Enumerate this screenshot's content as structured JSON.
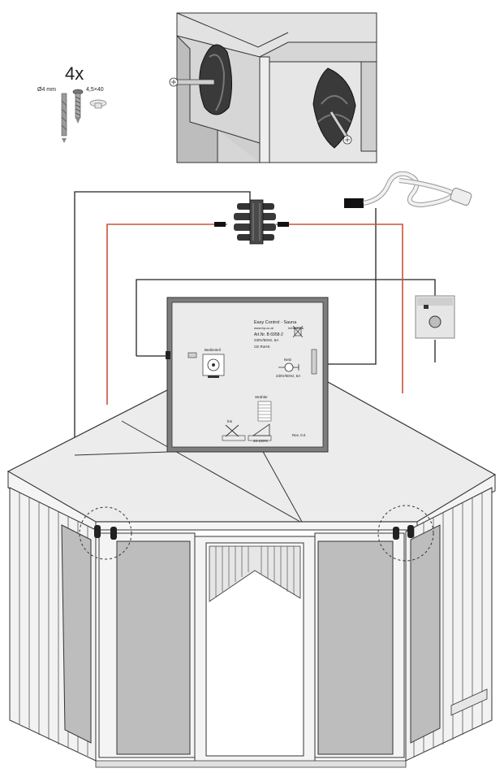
{
  "hardware": {
    "quantity": "4x",
    "drill_diameter": "Ø4 mm",
    "screw_size": "4,5×40"
  },
  "control_box": {
    "title": "Easy Control - Sauna",
    "website": "www.bp.co.at",
    "brand_small": "Infrasauna",
    "article": "Art.Nr. B 6958-2",
    "rating": "230V/50Hz, 6A",
    "marks": "CE RoHS",
    "port_operating": "Bedienteil",
    "port_mains": "Netz",
    "mains_rating": "230V/50Hz, 6A",
    "port_heater": "Strahler",
    "free_slot": "frei",
    "heater_range": "40-100%",
    "revision": "Rev. 0.0"
  },
  "colors": {
    "power_wire": "#c8533a",
    "signal_wire": "#222222",
    "glass_panel": "#bdbdbd",
    "wall_line": "#333333"
  },
  "icons": [
    "screw-icon",
    "dowel-icon",
    "weee-bin-icon",
    "plug-icon",
    "power-cable-icon",
    "wall-dimmer-icon",
    "wire-connector-icon"
  ]
}
